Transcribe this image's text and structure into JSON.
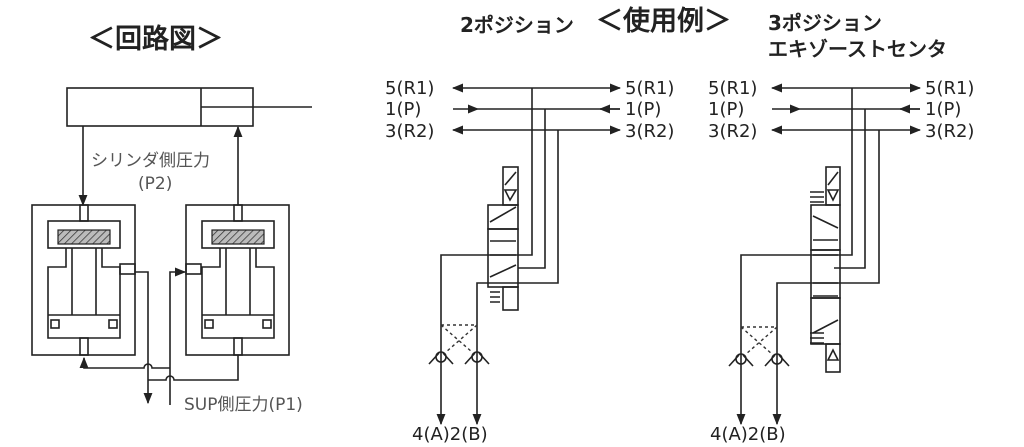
{
  "circuit": {
    "title": "＜回路図＞",
    "cylinder_label": "シリンダ側圧力",
    "cylinder_label_sub": "(P2)",
    "sup_label": "SUP側圧力(P1)"
  },
  "usage": {
    "title": "＜使用例＞",
    "two_position": {
      "title": "2ポジション"
    },
    "three_position": {
      "title": "3ポジション",
      "subtitle": "エキゾーストセンタ"
    },
    "ports": {
      "r1": "5(R1)",
      "p": "1(P)",
      "r2": "3(R2)",
      "outputs": "4(A)2(B)"
    }
  }
}
